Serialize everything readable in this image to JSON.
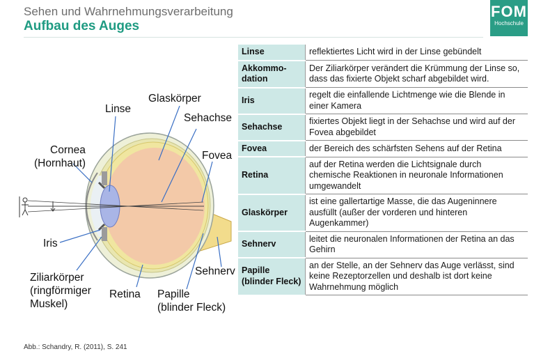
{
  "header": {
    "subtitle": "Sehen und Wahrnehmungsverarbeitung",
    "title": "Aufbau des Auges"
  },
  "logo": {
    "main": "FOM",
    "sub": "Hochschule"
  },
  "diagram_labels": {
    "linse": "Linse",
    "glaskoerper": "Glaskörper",
    "sehachse": "Sehachse",
    "cornea_1": "Cornea",
    "cornea_2": "(Hornhaut)",
    "fovea": "Fovea",
    "iris": "Iris",
    "sehnerv": "Sehnerv",
    "ziliar_1": "Ziliarkörper",
    "ziliar_2": "(ringförmiger",
    "ziliar_3": "Muskel)",
    "retina": "Retina",
    "papille_1": "Papille",
    "papille_2": "(blinder Fleck)"
  },
  "table": {
    "rows": [
      {
        "term": "Linse",
        "desc": "reflektiertes Licht wird in der Linse gebündelt"
      },
      {
        "term": "Akkommo-dation",
        "desc": "Der Ziliarkörper verändert die Krümmung der Linse so, dass das fixierte Objekt scharf abgebildet wird."
      },
      {
        "term": "Iris",
        "desc": "regelt die einfallende Lichtmenge wie die Blende in einer Kamera"
      },
      {
        "term": "Sehachse",
        "desc": "fixiertes Objekt liegt in der Sehachse und wird auf der Fovea abgebildet"
      },
      {
        "term": "Fovea",
        "desc": "der Bereich des schärfsten Sehens auf der Retina"
      },
      {
        "term": "Retina",
        "desc": "auf der Retina werden die Lichtsignale durch chemische Reaktionen in neuronale Informationen umgewandelt"
      },
      {
        "term": "Glaskörper",
        "desc": "ist eine gallertartige Masse, die das Augeninnere ausfüllt (außer der vorderen und hinteren Augenkammer)"
      },
      {
        "term": "Sehnerv",
        "desc": "leitet die neuronalen Informationen der Retina an das Gehirn"
      },
      {
        "term": "Papille (blinder Fleck)",
        "desc": "an der Stelle, an der Sehnerv das Auge verlässt, sind keine Rezeptorzellen und deshalb ist dort keine Wahrnehmung möglich"
      }
    ]
  },
  "source": "Abb.: Schandry, R. (2011), S. 241",
  "colors": {
    "accent": "#1f9b82",
    "logo_bg": "#2a9d86",
    "term_bg": "#cde8e6",
    "vitreous": "#f3c9a8",
    "lens": "#a9b5e6",
    "retina_band": "#f0e6a0"
  }
}
